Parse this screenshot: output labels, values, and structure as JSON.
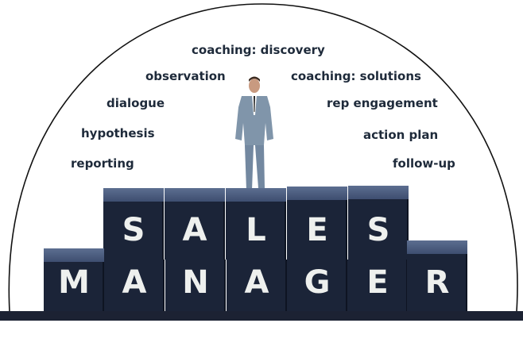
{
  "keywords_left": [
    "observation",
    "dialogue",
    "hypothesis",
    "reporting"
  ],
  "keyword_top": "coaching: discovery",
  "keywords_right": [
    "coaching: solutions",
    "rep engagement",
    "action plan",
    "follow-up"
  ],
  "blocks": {
    "top_row": [
      "S",
      "A",
      "L",
      "E",
      "S"
    ],
    "bottom_row": [
      "M",
      "A",
      "N",
      "A",
      "G",
      "E",
      "R"
    ]
  },
  "colors": {
    "text": "#1e2a3a",
    "block": "#1b2438"
  }
}
